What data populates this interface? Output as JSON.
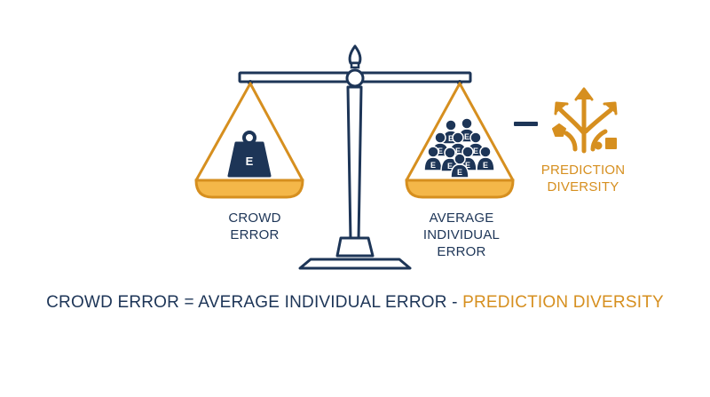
{
  "colors": {
    "navy": "#1d3557",
    "gold": "#d68f1f",
    "gold_fill": "#f4b749",
    "gold_light": "#fbe3b2",
    "background": "#ffffff"
  },
  "icons": {
    "left_pan": "weight-icon",
    "right_pan": "people-crowd-icon",
    "diversity": "diverging-arrows-shapes-icon",
    "operator": "minus-sign"
  },
  "weight_letter": "E",
  "crowd_letter": "E",
  "labels": {
    "crowd_error": [
      "CROWD",
      "ERROR"
    ],
    "average_individual_error": [
      "AVERAGE",
      "INDIVIDUAL",
      "ERROR"
    ],
    "prediction_diversity": [
      "PREDICTION",
      "DIVERSITY"
    ]
  },
  "formula": {
    "lhs": "CROWD ERROR = AVERAGE INDIVIDUAL ERROR - ",
    "rhs": "PREDICTION DIVERSITY"
  }
}
